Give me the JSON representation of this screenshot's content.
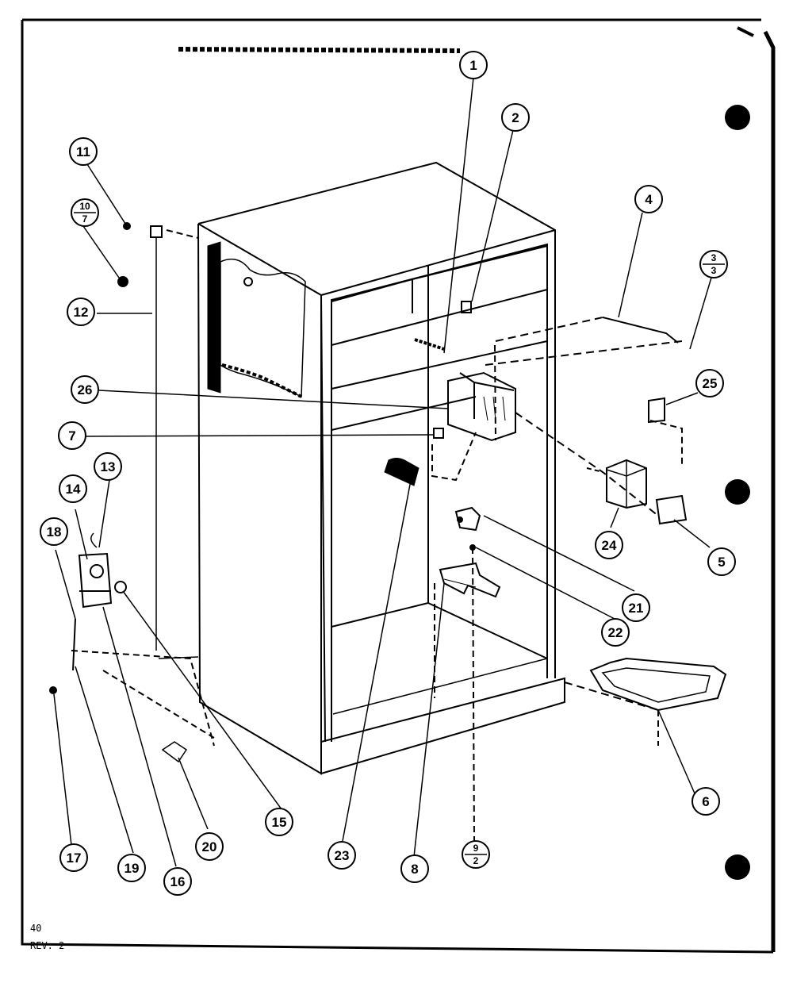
{
  "callouts": [
    {
      "id": "1",
      "label": "1"
    },
    {
      "id": "2",
      "label": "2"
    },
    {
      "id": "4",
      "label": "4"
    },
    {
      "id": "3-3",
      "top": "3",
      "bottom": "3"
    },
    {
      "id": "25",
      "label": "25"
    },
    {
      "id": "11",
      "label": "11"
    },
    {
      "id": "10-7",
      "top": "10",
      "bottom": "7"
    },
    {
      "id": "12",
      "label": "12"
    },
    {
      "id": "26",
      "label": "26"
    },
    {
      "id": "7",
      "label": "7"
    },
    {
      "id": "13",
      "label": "13"
    },
    {
      "id": "14",
      "label": "14"
    },
    {
      "id": "18",
      "label": "18"
    },
    {
      "id": "24",
      "label": "24"
    },
    {
      "id": "5",
      "label": "5"
    },
    {
      "id": "21",
      "label": "21"
    },
    {
      "id": "22",
      "label": "22"
    },
    {
      "id": "6",
      "label": "6"
    },
    {
      "id": "15",
      "label": "15"
    },
    {
      "id": "20",
      "label": "20"
    },
    {
      "id": "17",
      "label": "17"
    },
    {
      "id": "19",
      "label": "19"
    },
    {
      "id": "16",
      "label": "16"
    },
    {
      "id": "23",
      "label": "23"
    },
    {
      "id": "8",
      "label": "8"
    },
    {
      "id": "9-2",
      "top": "9",
      "bottom": "2"
    }
  ],
  "footer": {
    "page_number": "40",
    "revision": "REV. 2"
  },
  "colors": {
    "ink": "#000000",
    "paper": "#ffffff"
  }
}
